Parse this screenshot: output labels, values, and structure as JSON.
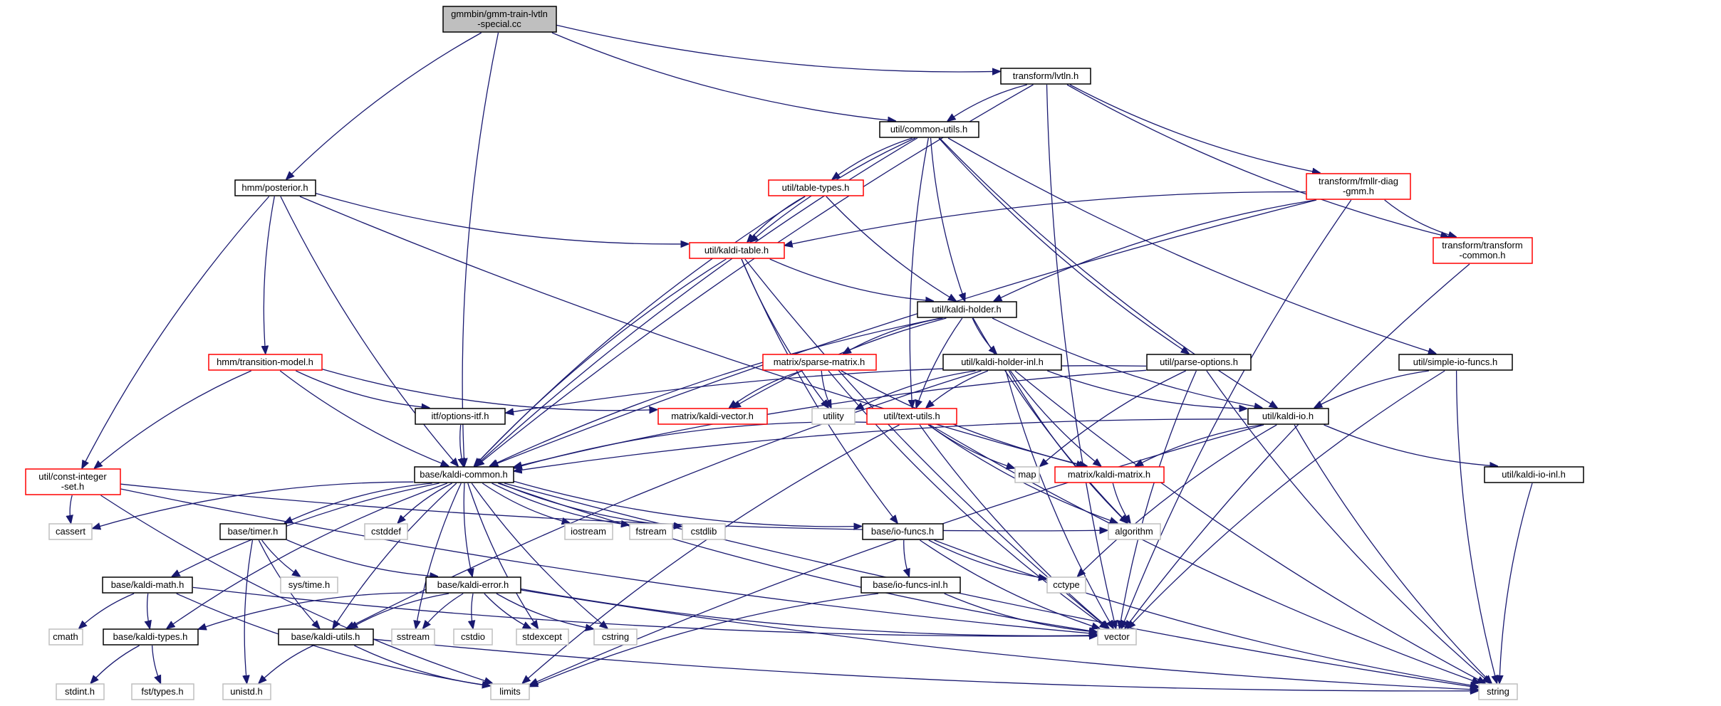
{
  "diagram": {
    "colors": {
      "edge": "#191970",
      "root_fill": "#bfbfbf",
      "documented": "#000000",
      "has_more": "#ff0000",
      "external": "#bfbfbf"
    },
    "nodes": [
      {
        "id": "root",
        "lines": [
          "gmmbin/gmm-train-lvtln",
          "-special.cc"
        ],
        "kind": "root"
      },
      {
        "id": "lvtln",
        "lines": [
          "transform/lvtln.h"
        ],
        "kind": "doc"
      },
      {
        "id": "commonutils",
        "lines": [
          "util/common-utils.h"
        ],
        "kind": "doc"
      },
      {
        "id": "posterior",
        "lines": [
          "hmm/posterior.h"
        ],
        "kind": "doc"
      },
      {
        "id": "tabletypes",
        "lines": [
          "util/table-types.h"
        ],
        "kind": "more"
      },
      {
        "id": "fmllr",
        "lines": [
          "transform/fmllr-diag",
          "-gmm.h"
        ],
        "kind": "more"
      },
      {
        "id": "transcommon",
        "lines": [
          "transform/transform",
          "-common.h"
        ],
        "kind": "more"
      },
      {
        "id": "kalditable",
        "lines": [
          "util/kaldi-table.h"
        ],
        "kind": "more"
      },
      {
        "id": "kaldiholder",
        "lines": [
          "util/kaldi-holder.h"
        ],
        "kind": "doc"
      },
      {
        "id": "transmodel",
        "lines": [
          "hmm/transition-model.h"
        ],
        "kind": "more"
      },
      {
        "id": "sparse",
        "lines": [
          "matrix/sparse-matrix.h"
        ],
        "kind": "more"
      },
      {
        "id": "holderinl",
        "lines": [
          "util/kaldi-holder-inl.h"
        ],
        "kind": "doc"
      },
      {
        "id": "parseopts",
        "lines": [
          "util/parse-options.h"
        ],
        "kind": "doc"
      },
      {
        "id": "simpleio",
        "lines": [
          "util/simple-io-funcs.h"
        ],
        "kind": "doc"
      },
      {
        "id": "optionsitf",
        "lines": [
          "itf/options-itf.h"
        ],
        "kind": "doc"
      },
      {
        "id": "kaldivector",
        "lines": [
          "matrix/kaldi-vector.h"
        ],
        "kind": "more"
      },
      {
        "id": "utility",
        "lines": [
          "utility"
        ],
        "kind": "ext"
      },
      {
        "id": "textutils",
        "lines": [
          "util/text-utils.h"
        ],
        "kind": "more"
      },
      {
        "id": "kaldiio",
        "lines": [
          "util/kaldi-io.h"
        ],
        "kind": "doc"
      },
      {
        "id": "constint",
        "lines": [
          "util/const-integer",
          "-set.h"
        ],
        "kind": "more"
      },
      {
        "id": "kaldicommon",
        "lines": [
          "base/kaldi-common.h"
        ],
        "kind": "doc"
      },
      {
        "id": "map",
        "lines": [
          "map"
        ],
        "kind": "ext"
      },
      {
        "id": "kaldimatrix",
        "lines": [
          "matrix/kaldi-matrix.h"
        ],
        "kind": "more"
      },
      {
        "id": "kaldiioinl",
        "lines": [
          "util/kaldi-io-inl.h"
        ],
        "kind": "doc"
      },
      {
        "id": "cassert",
        "lines": [
          "cassert"
        ],
        "kind": "ext"
      },
      {
        "id": "cstddef",
        "lines": [
          "cstddef"
        ],
        "kind": "ext"
      },
      {
        "id": "iostream",
        "lines": [
          "iostream"
        ],
        "kind": "ext"
      },
      {
        "id": "fstream",
        "lines": [
          "fstream"
        ],
        "kind": "ext"
      },
      {
        "id": "cstdlib",
        "lines": [
          "cstdlib"
        ],
        "kind": "ext"
      },
      {
        "id": "algorithm",
        "lines": [
          "algorithm"
        ],
        "kind": "ext"
      },
      {
        "id": "timer",
        "lines": [
          "base/timer.h"
        ],
        "kind": "doc"
      },
      {
        "id": "iofuncs",
        "lines": [
          "base/io-funcs.h"
        ],
        "kind": "doc"
      },
      {
        "id": "systime",
        "lines": [
          "sys/time.h"
        ],
        "kind": "ext"
      },
      {
        "id": "cctype",
        "lines": [
          "cctype"
        ],
        "kind": "ext"
      },
      {
        "id": "kaldimath",
        "lines": [
          "base/kaldi-math.h"
        ],
        "kind": "doc"
      },
      {
        "id": "kaldierror",
        "lines": [
          "base/kaldi-error.h"
        ],
        "kind": "doc"
      },
      {
        "id": "iofuncsinl",
        "lines": [
          "base/io-funcs-inl.h"
        ],
        "kind": "doc"
      },
      {
        "id": "cmath",
        "lines": [
          "cmath"
        ],
        "kind": "ext"
      },
      {
        "id": "kalditypes",
        "lines": [
          "base/kaldi-types.h"
        ],
        "kind": "doc"
      },
      {
        "id": "kaldiutils",
        "lines": [
          "base/kaldi-utils.h"
        ],
        "kind": "doc"
      },
      {
        "id": "sstream",
        "lines": [
          "sstream"
        ],
        "kind": "ext"
      },
      {
        "id": "cstdio",
        "lines": [
          "cstdio"
        ],
        "kind": "ext"
      },
      {
        "id": "stdexcept",
        "lines": [
          "stdexcept"
        ],
        "kind": "ext"
      },
      {
        "id": "cstring",
        "lines": [
          "cstring"
        ],
        "kind": "ext"
      },
      {
        "id": "vector",
        "lines": [
          "vector"
        ],
        "kind": "ext"
      },
      {
        "id": "stdint",
        "lines": [
          "stdint.h"
        ],
        "kind": "ext"
      },
      {
        "id": "fsttypes",
        "lines": [
          "fst/types.h"
        ],
        "kind": "ext"
      },
      {
        "id": "unistd",
        "lines": [
          "unistd.h"
        ],
        "kind": "ext"
      },
      {
        "id": "limits",
        "lines": [
          "limits"
        ],
        "kind": "ext"
      },
      {
        "id": "string",
        "lines": [
          "string"
        ],
        "kind": "ext"
      }
    ],
    "edges": [
      [
        "root",
        "lvtln"
      ],
      [
        "root",
        "commonutils"
      ],
      [
        "root",
        "posterior"
      ],
      [
        "root",
        "kaldicommon"
      ],
      [
        "lvtln",
        "commonutils"
      ],
      [
        "lvtln",
        "fmllr"
      ],
      [
        "lvtln",
        "transcommon"
      ],
      [
        "lvtln",
        "kaldicommon"
      ],
      [
        "lvtln",
        "vector"
      ],
      [
        "commonutils",
        "tabletypes"
      ],
      [
        "commonutils",
        "kalditable"
      ],
      [
        "commonutils",
        "kaldiholder"
      ],
      [
        "commonutils",
        "parseopts"
      ],
      [
        "commonutils",
        "simpleio"
      ],
      [
        "commonutils",
        "textutils"
      ],
      [
        "commonutils",
        "kaldiio"
      ],
      [
        "commonutils",
        "kaldicommon"
      ],
      [
        "posterior",
        "kalditable"
      ],
      [
        "posterior",
        "transmodel"
      ],
      [
        "posterior",
        "constint"
      ],
      [
        "posterior",
        "kaldicommon"
      ],
      [
        "posterior",
        "kaldimatrix"
      ],
      [
        "tabletypes",
        "kalditable"
      ],
      [
        "tabletypes",
        "kaldiholder"
      ],
      [
        "tabletypes",
        "kaldicommon"
      ],
      [
        "fmllr",
        "kalditable"
      ],
      [
        "fmllr",
        "kaldiholder"
      ],
      [
        "fmllr",
        "transcommon"
      ],
      [
        "fmllr",
        "kaldicommon"
      ],
      [
        "fmllr",
        "vector"
      ],
      [
        "transcommon",
        "vector"
      ],
      [
        "kalditable",
        "kaldiholder"
      ],
      [
        "kalditable",
        "utility"
      ],
      [
        "kalditable",
        "kaldicommon"
      ],
      [
        "kalditable",
        "vector"
      ],
      [
        "kalditable",
        "iofuncs"
      ],
      [
        "kaldiholder",
        "holderinl"
      ],
      [
        "kaldiholder",
        "sparse"
      ],
      [
        "kaldiholder",
        "kaldivector"
      ],
      [
        "kaldiholder",
        "textutils"
      ],
      [
        "kaldiholder",
        "kaldiio"
      ],
      [
        "kaldiholder",
        "algorithm"
      ],
      [
        "kaldiholder",
        "kaldicommon"
      ],
      [
        "transmodel",
        "constint"
      ],
      [
        "transmodel",
        "optionsitf"
      ],
      [
        "transmodel",
        "kaldivector"
      ],
      [
        "transmodel",
        "kaldicommon"
      ],
      [
        "sparse",
        "kaldivector"
      ],
      [
        "sparse",
        "utility"
      ],
      [
        "sparse",
        "kaldimatrix"
      ],
      [
        "sparse",
        "vector"
      ],
      [
        "holderinl",
        "utility"
      ],
      [
        "holderinl",
        "textutils"
      ],
      [
        "holderinl",
        "kaldiio"
      ],
      [
        "holderinl",
        "kaldimatrix"
      ],
      [
        "holderinl",
        "algorithm"
      ],
      [
        "holderinl",
        "vector"
      ],
      [
        "holderinl",
        "string"
      ],
      [
        "holderinl",
        "kaldiutils"
      ],
      [
        "parseopts",
        "optionsitf"
      ],
      [
        "parseopts",
        "map"
      ],
      [
        "parseopts",
        "vector"
      ],
      [
        "parseopts",
        "string"
      ],
      [
        "parseopts",
        "kaldicommon"
      ],
      [
        "simpleio",
        "kaldiio"
      ],
      [
        "simpleio",
        "vector"
      ],
      [
        "simpleio",
        "string"
      ],
      [
        "optionsitf",
        "kaldicommon"
      ],
      [
        "textutils",
        "kaldicommon"
      ],
      [
        "textutils",
        "map"
      ],
      [
        "textutils",
        "algorithm"
      ],
      [
        "textutils",
        "vector"
      ],
      [
        "textutils",
        "limits"
      ],
      [
        "textutils",
        "string"
      ],
      [
        "kaldiio",
        "kaldicommon"
      ],
      [
        "kaldiio",
        "kaldimatrix"
      ],
      [
        "kaldiio",
        "kaldiioinl"
      ],
      [
        "kaldiio",
        "cctype"
      ],
      [
        "kaldiio",
        "limits"
      ],
      [
        "kaldiio",
        "string"
      ],
      [
        "kaldimatrix",
        "algorithm"
      ],
      [
        "kaldiioinl",
        "string"
      ],
      [
        "constint",
        "cassert"
      ],
      [
        "constint",
        "limits"
      ],
      [
        "constint",
        "algorithm"
      ],
      [
        "constint",
        "vector"
      ],
      [
        "kaldicommon",
        "cassert"
      ],
      [
        "kaldicommon",
        "cstddef"
      ],
      [
        "kaldicommon",
        "iostream"
      ],
      [
        "kaldicommon",
        "fstream"
      ],
      [
        "kaldicommon",
        "cstdlib"
      ],
      [
        "kaldicommon",
        "timer"
      ],
      [
        "kaldicommon",
        "iofuncs"
      ],
      [
        "kaldicommon",
        "kaldimath"
      ],
      [
        "kaldicommon",
        "kaldierror"
      ],
      [
        "kaldicommon",
        "kalditypes"
      ],
      [
        "kaldicommon",
        "kaldiutils"
      ],
      [
        "kaldicommon",
        "sstream"
      ],
      [
        "kaldicommon",
        "stdexcept"
      ],
      [
        "kaldicommon",
        "cstring"
      ],
      [
        "kaldicommon",
        "string"
      ],
      [
        "kaldicommon",
        "vector"
      ],
      [
        "timer",
        "systime"
      ],
      [
        "timer",
        "kaldierror"
      ],
      [
        "timer",
        "kaldiutils"
      ],
      [
        "timer",
        "unistd"
      ],
      [
        "iofuncs",
        "iofuncsinl"
      ],
      [
        "iofuncs",
        "cctype"
      ],
      [
        "iofuncs",
        "vector"
      ],
      [
        "iofuncs",
        "string"
      ],
      [
        "kaldimath",
        "cmath"
      ],
      [
        "kaldimath",
        "kalditypes"
      ],
      [
        "kaldimath",
        "limits"
      ],
      [
        "kaldimath",
        "vector"
      ],
      [
        "kaldierror",
        "kalditypes"
      ],
      [
        "kaldierror",
        "kaldiutils"
      ],
      [
        "kaldierror",
        "sstream"
      ],
      [
        "kaldierror",
        "cstdio"
      ],
      [
        "kaldierror",
        "stdexcept"
      ],
      [
        "kaldierror",
        "cstring"
      ],
      [
        "kaldierror",
        "vector"
      ],
      [
        "kaldierror",
        "string"
      ],
      [
        "iofuncsinl",
        "limits"
      ],
      [
        "iofuncsinl",
        "vector"
      ],
      [
        "kalditypes",
        "stdint"
      ],
      [
        "kalditypes",
        "fsttypes"
      ],
      [
        "kaldiutils",
        "unistd"
      ],
      [
        "kaldiutils",
        "limits"
      ],
      [
        "kaldiutils",
        "string"
      ]
    ]
  }
}
